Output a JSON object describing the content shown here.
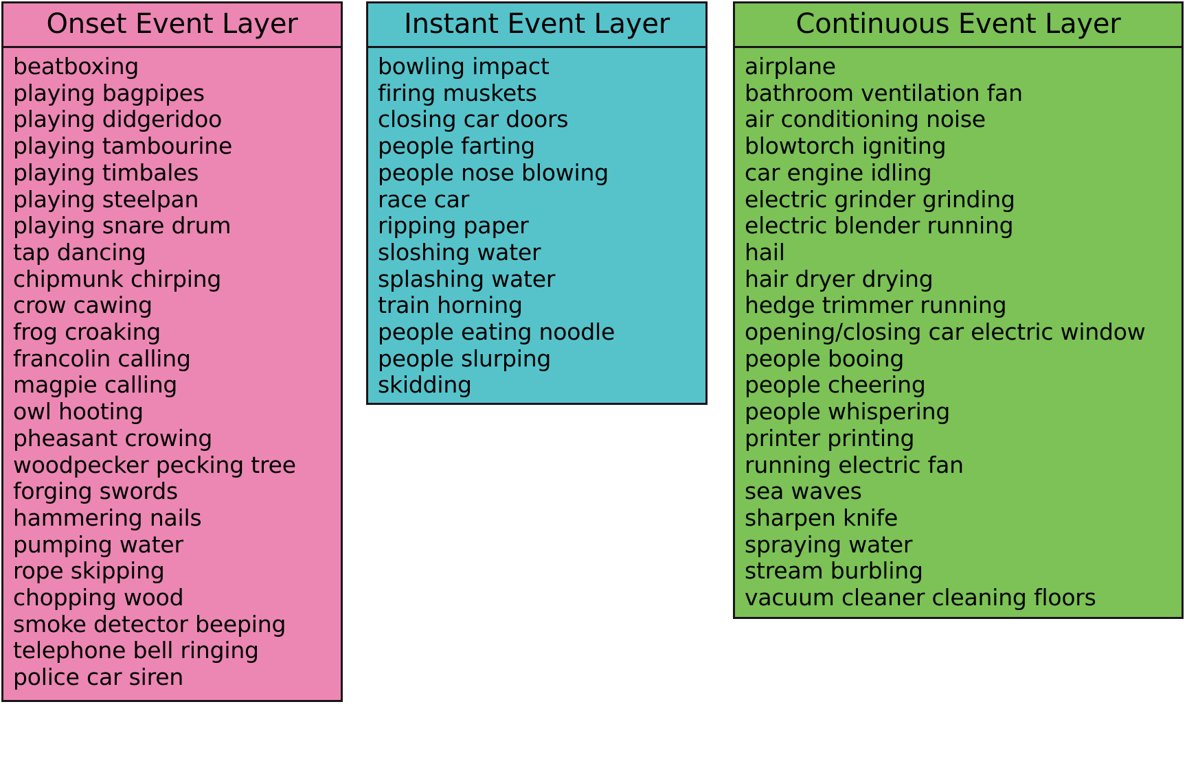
{
  "colors": {
    "onset": "#ec87b4",
    "instant": "#56c3cb",
    "continuous": "#7cc257",
    "border": "#1a1418",
    "text": "#000000",
    "background": "#ffffff"
  },
  "columns": [
    {
      "id": "onset",
      "title": "Onset Event Layer",
      "color": "#ec87b4",
      "items": [
        "beatboxing",
        "playing bagpipes",
        "playing didgeridoo",
        "playing tambourine",
        "playing timbales",
        "playing steelpan",
        "playing snare drum",
        "tap dancing",
        "chipmunk chirping",
        "crow cawing",
        "frog croaking",
        "francolin calling",
        "magpie calling",
        "owl hooting",
        "pheasant crowing",
        "woodpecker pecking tree",
        "forging swords",
        "hammering nails",
        "pumping water",
        "rope skipping",
        "chopping wood",
        "smoke detector beeping",
        "telephone bell ringing",
        "police car siren"
      ]
    },
    {
      "id": "instant",
      "title": "Instant Event Layer",
      "color": "#56c3cb",
      "items": [
        "bowling impact",
        "firing muskets",
        "closing car doors",
        "people farting",
        "people nose blowing",
        "race car",
        "ripping paper",
        "sloshing water",
        "splashing water",
        "train horning",
        "people eating noodle",
        "people slurping",
        "skidding"
      ]
    },
    {
      "id": "continuous",
      "title": "Continuous Event Layer",
      "color": "#7cc257",
      "items": [
        "airplane",
        "bathroom ventilation fan",
        "air conditioning noise",
        "blowtorch igniting",
        "car engine idling",
        "electric grinder grinding",
        "electric blender running",
        "hail",
        "hair dryer drying",
        "hedge trimmer running",
        "opening/closing car electric window",
        "people booing",
        "people cheering",
        "people whispering",
        "printer printing",
        "running electric fan",
        "sea waves",
        "sharpen knife",
        "spraying water",
        "stream burbling",
        "vacuum cleaner cleaning floors"
      ]
    }
  ]
}
